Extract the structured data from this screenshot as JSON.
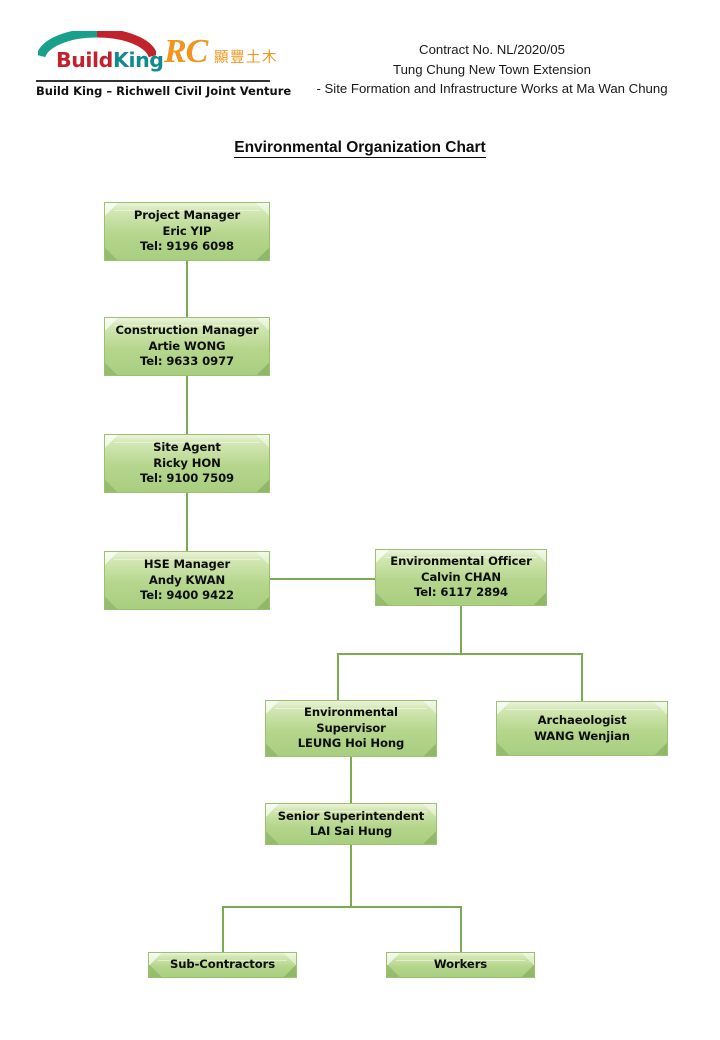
{
  "header": {
    "logo": {
      "brand_build": "Build",
      "brand_king": "King",
      "rc_letters": "RC",
      "rc_cjk": "顯豐土木",
      "joint_venture": "Build King – Richwell Civil Joint Venture"
    },
    "contract_lines": [
      "Contract No. NL/2020/05",
      "Tung Chung New Town Extension",
      "- Site Formation and Infrastructure Works at Ma Wan Chung"
    ]
  },
  "title": "Environmental Organization Chart",
  "chart_data": {
    "type": "diagram",
    "diagram_type": "organization-chart",
    "title": "Environmental Organization Chart",
    "node_fill": "#b5d68c",
    "node_border": "#9cc06f",
    "connector_color": "#7aab4e",
    "nodes": [
      {
        "id": "project-manager",
        "lines": [
          "Project Manager",
          "Eric YIP",
          "Tel: 9196 6098"
        ]
      },
      {
        "id": "construction-manager",
        "lines": [
          "Construction Manager",
          "Artie WONG",
          "Tel: 9633 0977"
        ]
      },
      {
        "id": "site-agent",
        "lines": [
          "Site Agent",
          "Ricky HON",
          "Tel: 9100 7509"
        ]
      },
      {
        "id": "hse-manager",
        "lines": [
          "HSE Manager",
          "Andy KWAN",
          "Tel: 9400 9422"
        ]
      },
      {
        "id": "environmental-officer",
        "lines": [
          "Environmental Officer",
          "Calvin CHAN",
          "Tel: 6117 2894"
        ]
      },
      {
        "id": "environmental-supervisor",
        "lines": [
          "Environmental",
          "Supervisor",
          "LEUNG Hoi Hong"
        ]
      },
      {
        "id": "archaeologist",
        "lines": [
          "Archaeologist",
          "WANG Wenjian"
        ]
      },
      {
        "id": "senior-superintendent",
        "lines": [
          "Senior Superintendent",
          "LAI Sai Hung"
        ]
      },
      {
        "id": "sub-contractors",
        "lines": [
          "Sub-Contractors"
        ]
      },
      {
        "id": "workers",
        "lines": [
          "Workers"
        ]
      }
    ],
    "edges": [
      {
        "from": "project-manager",
        "to": "construction-manager"
      },
      {
        "from": "construction-manager",
        "to": "site-agent"
      },
      {
        "from": "site-agent",
        "to": "hse-manager"
      },
      {
        "from": "hse-manager",
        "to": "environmental-officer"
      },
      {
        "from": "environmental-officer",
        "to": "environmental-supervisor"
      },
      {
        "from": "environmental-officer",
        "to": "archaeologist"
      },
      {
        "from": "environmental-supervisor",
        "to": "senior-superintendent"
      },
      {
        "from": "senior-superintendent",
        "to": "sub-contractors"
      },
      {
        "from": "senior-superintendent",
        "to": "workers"
      }
    ]
  }
}
